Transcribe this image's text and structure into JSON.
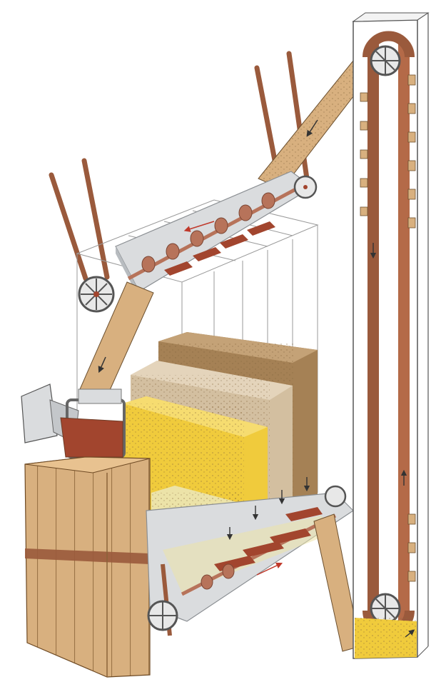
{
  "illustration": {
    "labels": [],
    "colors": {
      "background": "#ffffff",
      "belt": "#9a5a3c",
      "belt_dark": "#6e3c26",
      "wood": "#d8b07f",
      "wood_dark": "#b98d58",
      "steel": "#dadcde",
      "steel_dark": "#9a9ea2",
      "grain_yellow": "#f0cb3c",
      "grain_tan": "#d3bfa0",
      "grain_brown": "#a58155",
      "grain_pale": "#ece3a8",
      "auger": "#b7735a",
      "paddle": "#a2452e",
      "arrow": "#c0392b"
    },
    "parts": [
      "upper-screw-conveyor",
      "upper-drive-pulley",
      "inclined-chute",
      "bucket-elevator",
      "storage-bins",
      "lower-screw-conveyor",
      "lower-drive-pulley",
      "wooden-crate",
      "bagging-hopper"
    ]
  }
}
